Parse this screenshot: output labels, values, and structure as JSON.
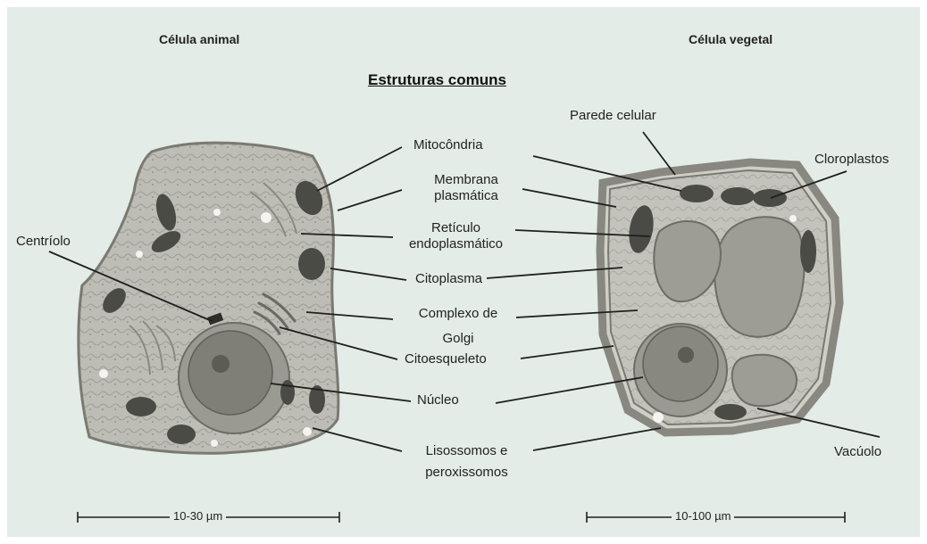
{
  "titles": {
    "animal": "Célula animal",
    "plant": "Célula vegetal",
    "common": "Estruturas comuns"
  },
  "labels": {
    "mitochondria": "Mitocôndria",
    "membrane": [
      "Membrana",
      "plasmática"
    ],
    "er": [
      "Retículo",
      "endoplasmático"
    ],
    "cytoplasm": "Citoplasma",
    "golgi": [
      "Complexo de",
      "Golgi"
    ],
    "cytoskeleton": "Citoesqueleto",
    "nucleus": "Núcleo",
    "lysosomes": [
      "Lisossomos e",
      "peroxissomos"
    ],
    "centriole": "Centríolo",
    "cell_wall": "Parede celular",
    "chloroplasts": "Cloroplastos",
    "vacuole": "Vacúolo"
  },
  "scales": {
    "animal": "10-30 µm",
    "plant": "10-100 µm"
  }
}
